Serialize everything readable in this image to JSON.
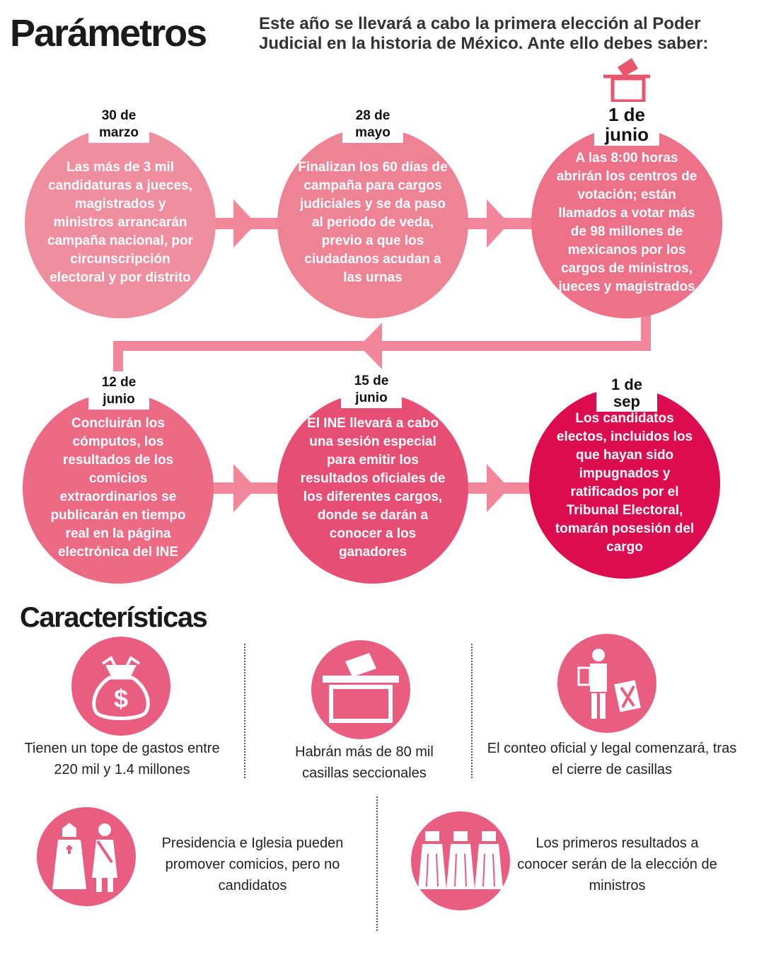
{
  "header": {
    "title": "Parámetros",
    "intro": "Este año se llevará a cabo la primera elección al Poder Judicial en la historia de México. Ante ello debes saber:"
  },
  "timeline": [
    {
      "date_line1": "30 de",
      "date_line2": "marzo",
      "text": "Las más de 3 mil candidaturas a jueces, magistrados y ministros arrancarán campaña nacional, por circunscripción electoral y por distrito",
      "color": "#ef8e9f"
    },
    {
      "date_line1": "28 de",
      "date_line2": "mayo",
      "text": "Finalizan los 60 días de campaña para cargos judiciales y se da paso al periodo de veda, previo a que los ciudadanos acudan a las urnas",
      "color": "#ef8396"
    },
    {
      "date_line1": "1 de",
      "date_line2": "junio",
      "text": "A las 8:00 horas abrirán los centros de votación; están llamados a votar más de 98 millones de mexicanos por los cargos de ministros, jueces y magistrados",
      "color": "#ec7189"
    },
    {
      "date_line1": "12 de",
      "date_line2": "junio",
      "text": "Concluirán los cómputos, los resultados de los comicios extraordinarios se publicarán en tiempo real en la página electrónica del INE",
      "color": "#ec6a84"
    },
    {
      "date_line1": "15 de",
      "date_line2": "junio",
      "text": "El INE llevará a cabo una sesión especial para emitir los resultados oficiales de los diferentes cargos, donde se darán a conocer a los ganadores",
      "color": "#e64f73"
    },
    {
      "date_line1": "1 de",
      "date_line2": "sep",
      "text": "Los candidatos electos, incluidos los que hayan sido impugnados y ratificados por el Tribunal Electoral, tomarán posesión del cargo",
      "color": "#dd0b50"
    }
  ],
  "features": {
    "title": "Características",
    "items": [
      {
        "icon": "money-bag-icon",
        "text": "Tienen un tope de gastos entre 220 mil y 1.4 millones"
      },
      {
        "icon": "ballot-box-icon",
        "text": "Habrán más de 80 mil casillas seccionales"
      },
      {
        "icon": "vote-counting-icon",
        "text": "El conteo oficial y legal comenzará, tras el cierre de casillas"
      },
      {
        "icon": "president-church-icon",
        "text": "Presidencia e Iglesia pueden promover comicios, pero no candidatos"
      },
      {
        "icon": "ministers-icon",
        "text": "Los primeros resultados a conocer serán de la elección de ministros"
      }
    ]
  },
  "colors": {
    "connector": "#f2879c",
    "icon_bg": "#e85d80"
  }
}
